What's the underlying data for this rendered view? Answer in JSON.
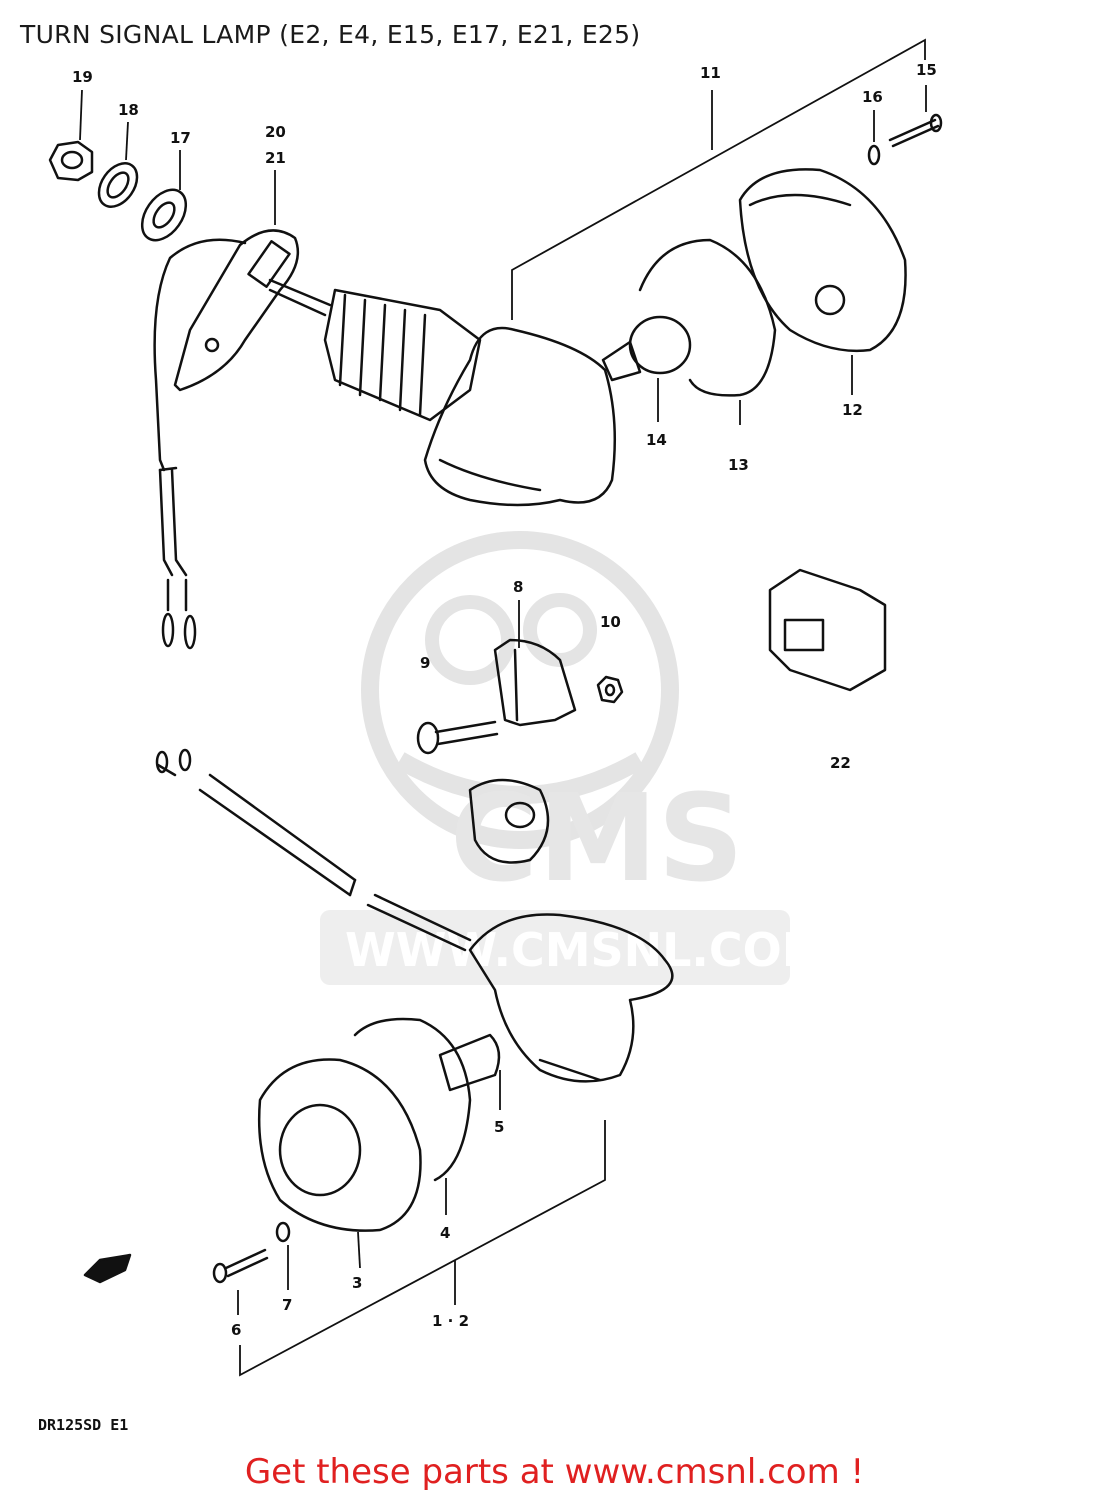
{
  "title": "TURN SIGNAL LAMP (E2, E4, E15, E17, E21, E25)",
  "drawing_code": "DR125SD E1",
  "footer_link": "Get these parts at www.cmsnl.com !",
  "watermark": {
    "brand": "CMS",
    "url": "WWW.CMSNL.COM"
  },
  "callouts": {
    "c1_2": "1 · 2",
    "c3": "3",
    "c4": "4",
    "c5": "5",
    "c6": "6",
    "c7": "7",
    "c8": "8",
    "c9": "9",
    "c10": "10",
    "c11": "11",
    "c12": "12",
    "c13": "13",
    "c14": "14",
    "c15": "15",
    "c16": "16",
    "c17": "17",
    "c18": "18",
    "c19": "19",
    "c20": "20",
    "c21": "21",
    "c22": "22"
  },
  "colors": {
    "footer": "#e02020",
    "ink": "#111111",
    "watermark": "#e6e6e6"
  }
}
